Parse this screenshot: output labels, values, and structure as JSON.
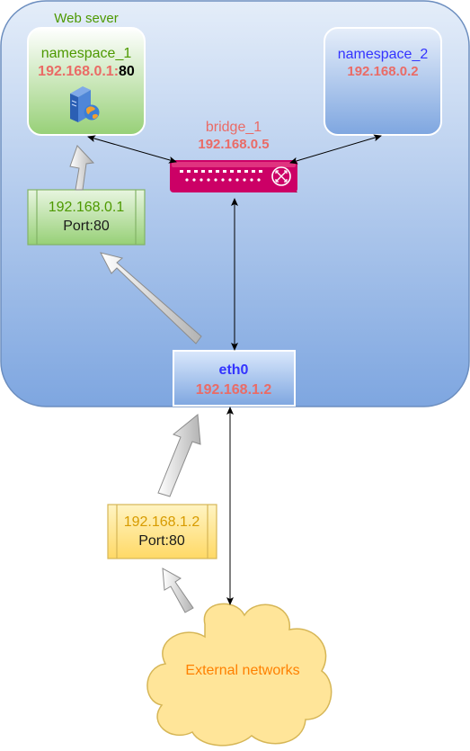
{
  "server": {
    "title": "Web sever",
    "colors": {
      "title": "#4d9900",
      "fill_top": "#e2ecf9",
      "fill_bottom": "#7ea6e0",
      "stroke": "#6c8ebf"
    }
  },
  "namespace_1": {
    "name": "namespace_1",
    "ip": "192.168.0.1:",
    "port": "80",
    "icon": "web-server-icon",
    "colors": {
      "name": "#4d9900",
      "ip": "#ea6b66",
      "port": "#000000"
    }
  },
  "namespace_2": {
    "name": "namespace_2",
    "ip": "192.168.0.2",
    "colors": {
      "name": "#3333ff",
      "ip": "#ea6b66"
    }
  },
  "bridge": {
    "name": "bridge_1",
    "ip": "192.168.0.5",
    "icon": "switch-router-icon",
    "colors": {
      "name": "#ea6b66",
      "ip": "#ea6b66",
      "device": "#cc0066"
    }
  },
  "port_box_internal": {
    "ip": "192.168.0.1",
    "port": "Port:80",
    "colors": {
      "ip": "#4d9900",
      "port": "#1a1a1a"
    }
  },
  "eth0": {
    "name": "eth0",
    "ip": "192.168.1.2",
    "colors": {
      "name": "#3333ff",
      "ip": "#ea6b66"
    }
  },
  "port_box_external": {
    "ip": "192.168.1.2",
    "port": "Port:80",
    "colors": {
      "ip": "#d79b00",
      "port": "#1a1a1a"
    }
  },
  "cloud": {
    "label": "External networks",
    "colors": {
      "label": "#ff8000",
      "fill": "#ffe599",
      "stroke": "#d6b656"
    }
  }
}
